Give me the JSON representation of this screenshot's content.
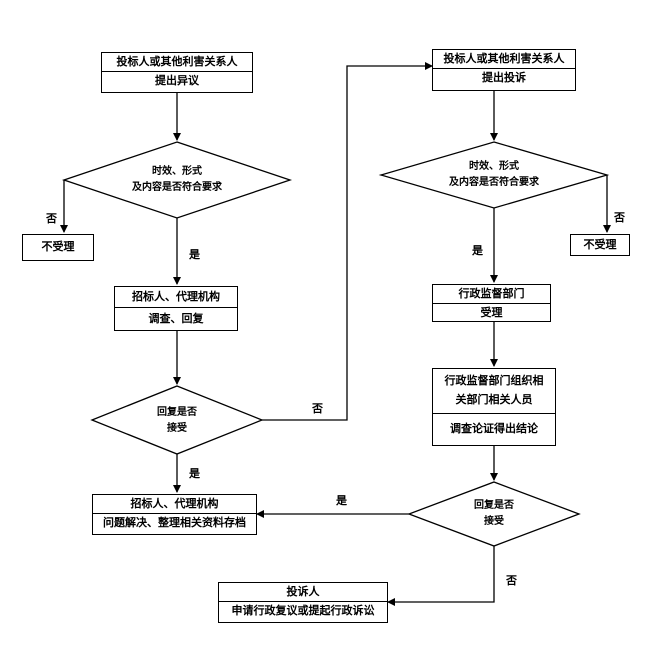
{
  "left": {
    "objection": {
      "line1": "投标人或其他利害关系人",
      "line2": "提出异议"
    },
    "check_diamond": {
      "line1": "时效、形式",
      "line2": "及内容是否符合要求"
    },
    "reject_label": "否",
    "reject_box": "不受理",
    "pass_label": "是",
    "agency": {
      "line1": "招标人、代理机构",
      "line2": "调查、回复"
    },
    "reply_diamond": {
      "line1": "回复是否",
      "line2": "接受"
    },
    "accept_label": "是",
    "final": {
      "line1": "招标人、代理机构",
      "line2": "问题解决、整理相关资料存档"
    }
  },
  "cross_label": "否",
  "right": {
    "complaint": {
      "line1": "投标人或其他利害关系人",
      "line2": "提出投诉"
    },
    "check_diamond": {
      "line1": "时效、形式",
      "line2": "及内容是否符合要求"
    },
    "reject_label": "否",
    "reject_box": "不受理",
    "pass_label": "是",
    "admin": {
      "line1": "行政监督部门",
      "line2": "受理"
    },
    "investigate": {
      "line1": "行政监督部门组织相",
      "line2": "关部门相关人员",
      "line3": "调查论证得出结论"
    },
    "reply_diamond": {
      "line1": "回复是否",
      "line2": "接受"
    },
    "accept_label": "是",
    "deny_label": "否"
  },
  "bottom": {
    "line1": "投诉人",
    "line2": "申请行政复议或提起行政诉讼"
  }
}
